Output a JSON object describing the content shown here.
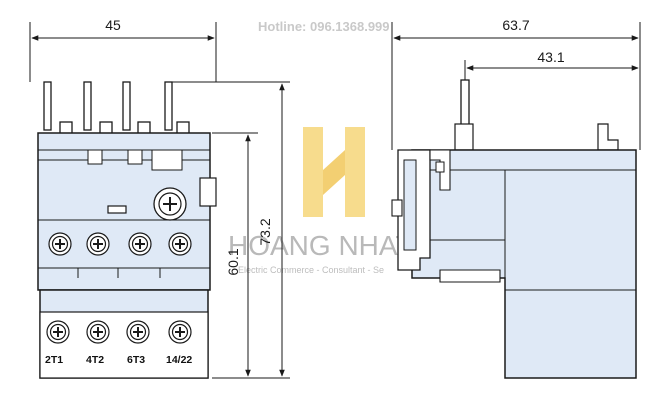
{
  "dimensions": {
    "width": "45",
    "depth_total": "63.7",
    "depth_partial": "43.1",
    "height_total": "73.2",
    "height_body": "60.1"
  },
  "terminals": [
    "2T1",
    "4T2",
    "6T3",
    "14/22"
  ],
  "watermark": {
    "hotline": "Hotline: 096.1368.999",
    "brand": "HOANG NHAT",
    "tagline": "Electric Commerce - Consultant - Se"
  },
  "colors": {
    "body_fill": "#dfe9f6",
    "outline": "#1a1a1a",
    "watermark_logo": "#f6d77a"
  }
}
